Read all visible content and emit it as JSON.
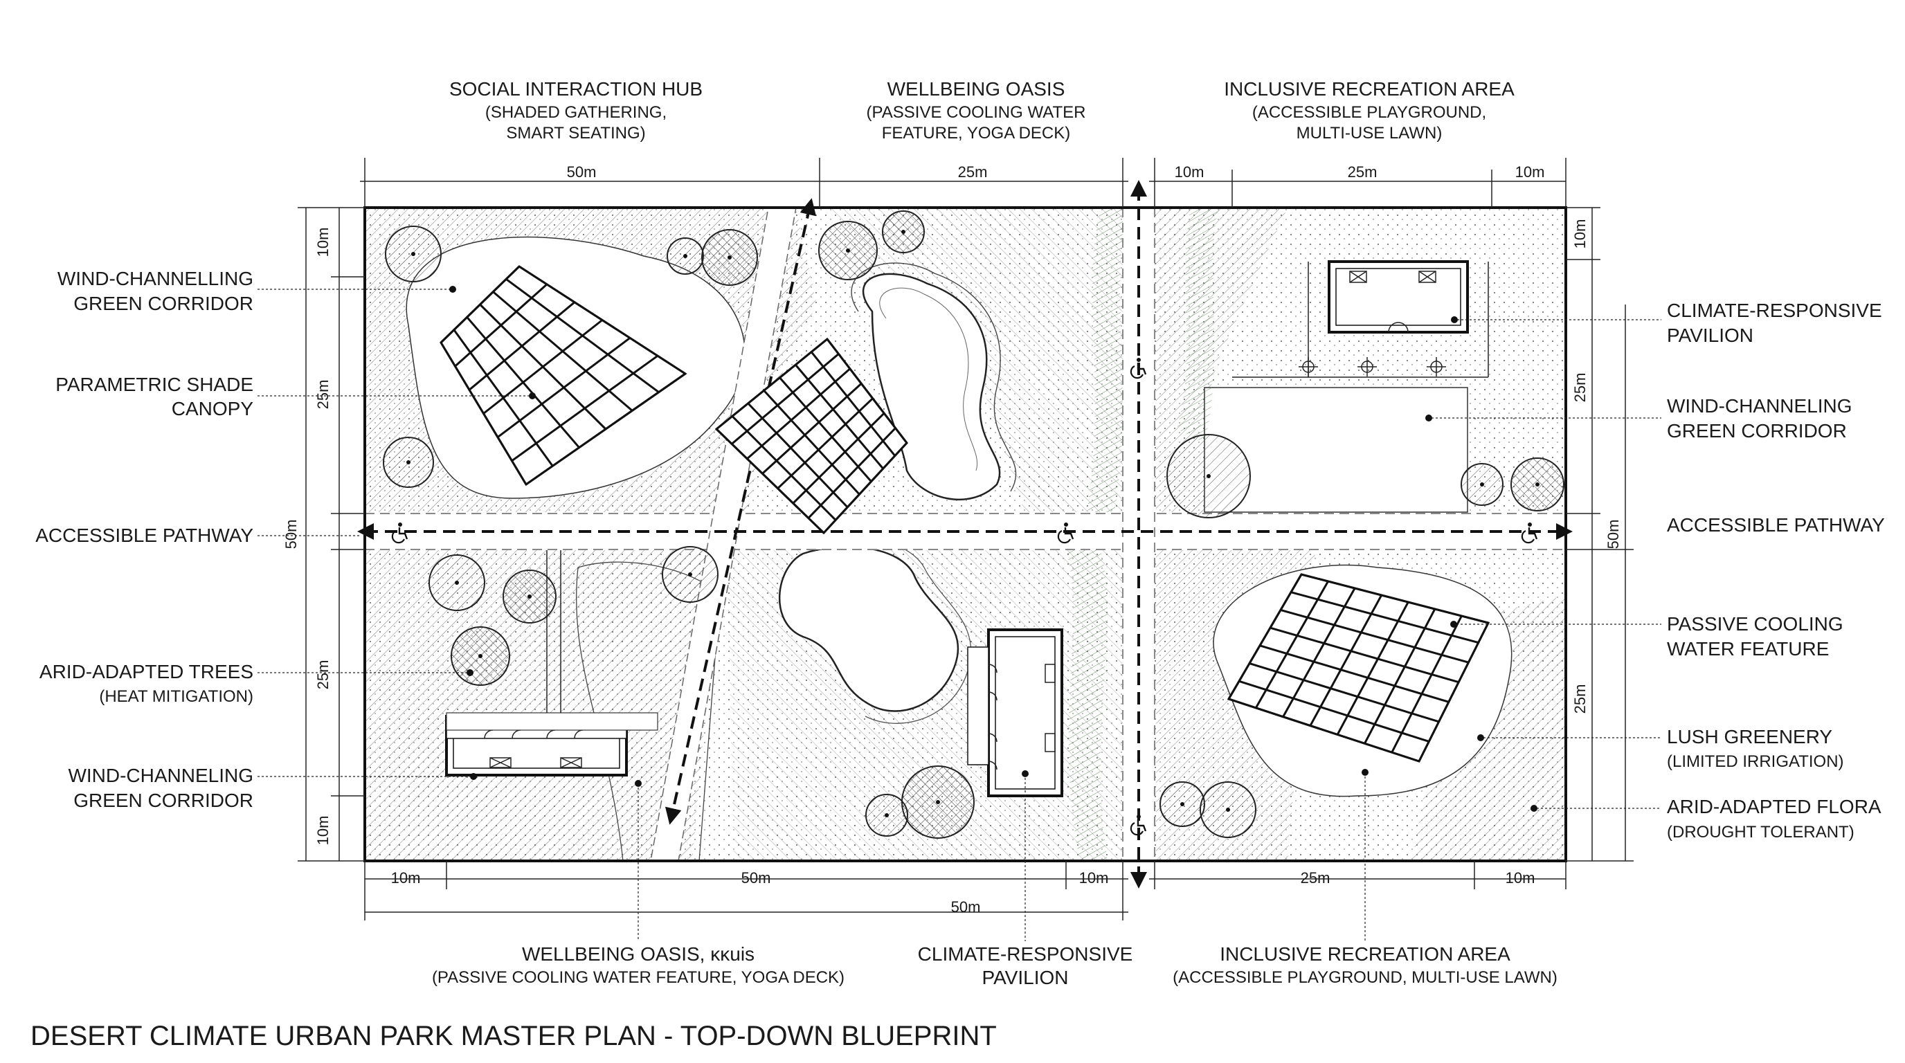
{
  "title": "DESERT CLIMATE URBAN PARK MASTER PLAN - TOP-DOWN BLUEPRINT",
  "top_labels": [
    {
      "main": "SOCIAL INTERACTION HUB",
      "sub1": "(SHADED GATHERING,",
      "sub2": "SMART SEATING)"
    },
    {
      "main": "WELLBEING OASIS",
      "sub1": "(PASSIVE COOLING WATER",
      "sub2": "FEATURE, YOGA DECK)"
    },
    {
      "main": "INCLUSIVE RECREATION AREA",
      "sub1": "(ACCESSIBLE PLAYGROUND,",
      "sub2": "MULTI-USE LAWN)"
    }
  ],
  "left_labels": [
    {
      "line1": "WIND-CHANNELLING",
      "line2": "GREEN CORRIDOR"
    },
    {
      "line1": "PARAMETRIC SHADE",
      "line2": "CANOPY"
    },
    {
      "line1": "ACCESSIBLE PATHWAY",
      "line2": ""
    },
    {
      "line1": "ARID-ADAPTED TREES",
      "line2": "(HEAT MITIGATION)"
    },
    {
      "line1": "WIND-CHANNELING",
      "line2": "GREEN CORRIDOR"
    }
  ],
  "right_labels": [
    {
      "line1": "CLIMATE-RESPONSIVE",
      "line2": "PAVILION"
    },
    {
      "line1": "WIND-CHANNELING",
      "line2": "GREEN CORRIDOR"
    },
    {
      "line1": "ACCESSIBLE PATHWAY",
      "line2": ""
    },
    {
      "line1": "PASSIVE COOLING",
      "line2": "WATER FEATURE"
    },
    {
      "line1": "LUSH GREENERY",
      "line2": "(LIMITED IRRIGATION)"
    },
    {
      "line1": "ARID-ADAPTED FLORA",
      "line2": "(DROUGHT TOLERANT)"
    }
  ],
  "bottom_labels": [
    {
      "line1": "WELLBEING OASIS, ĸĸuis",
      "line2": "(PASSIVE COOLING WATER FEATURE, YOGA DECK)"
    },
    {
      "line1": "CLIMATE-RESPONSIVE",
      "line2": "PAVILION"
    },
    {
      "line1": "INCLUSIVE RECREATION AREA",
      "line2": "(ACCESSIBLE PLAYGROUND, MULTI-USE LAWN)"
    }
  ],
  "dimensions": {
    "top": [
      "50m",
      "25m",
      "10m",
      "25m",
      "10m"
    ],
    "bottom": [
      "10m",
      "50m",
      "10m",
      "25m",
      "10m"
    ],
    "bottom_total": "50m",
    "left": [
      "10m",
      "25m",
      "25m",
      "10m"
    ],
    "left_total": "50m",
    "right": [
      "10m",
      "25m",
      "25m"
    ],
    "right_total": "50m"
  },
  "icons": [
    "wheelchair-icon",
    "arrow-icon",
    "tree-icon",
    "canopy-icon"
  ],
  "colors": {
    "ink": "#1a1a1a",
    "greenery": "#3f6f3a",
    "paper": "#ffffff"
  }
}
